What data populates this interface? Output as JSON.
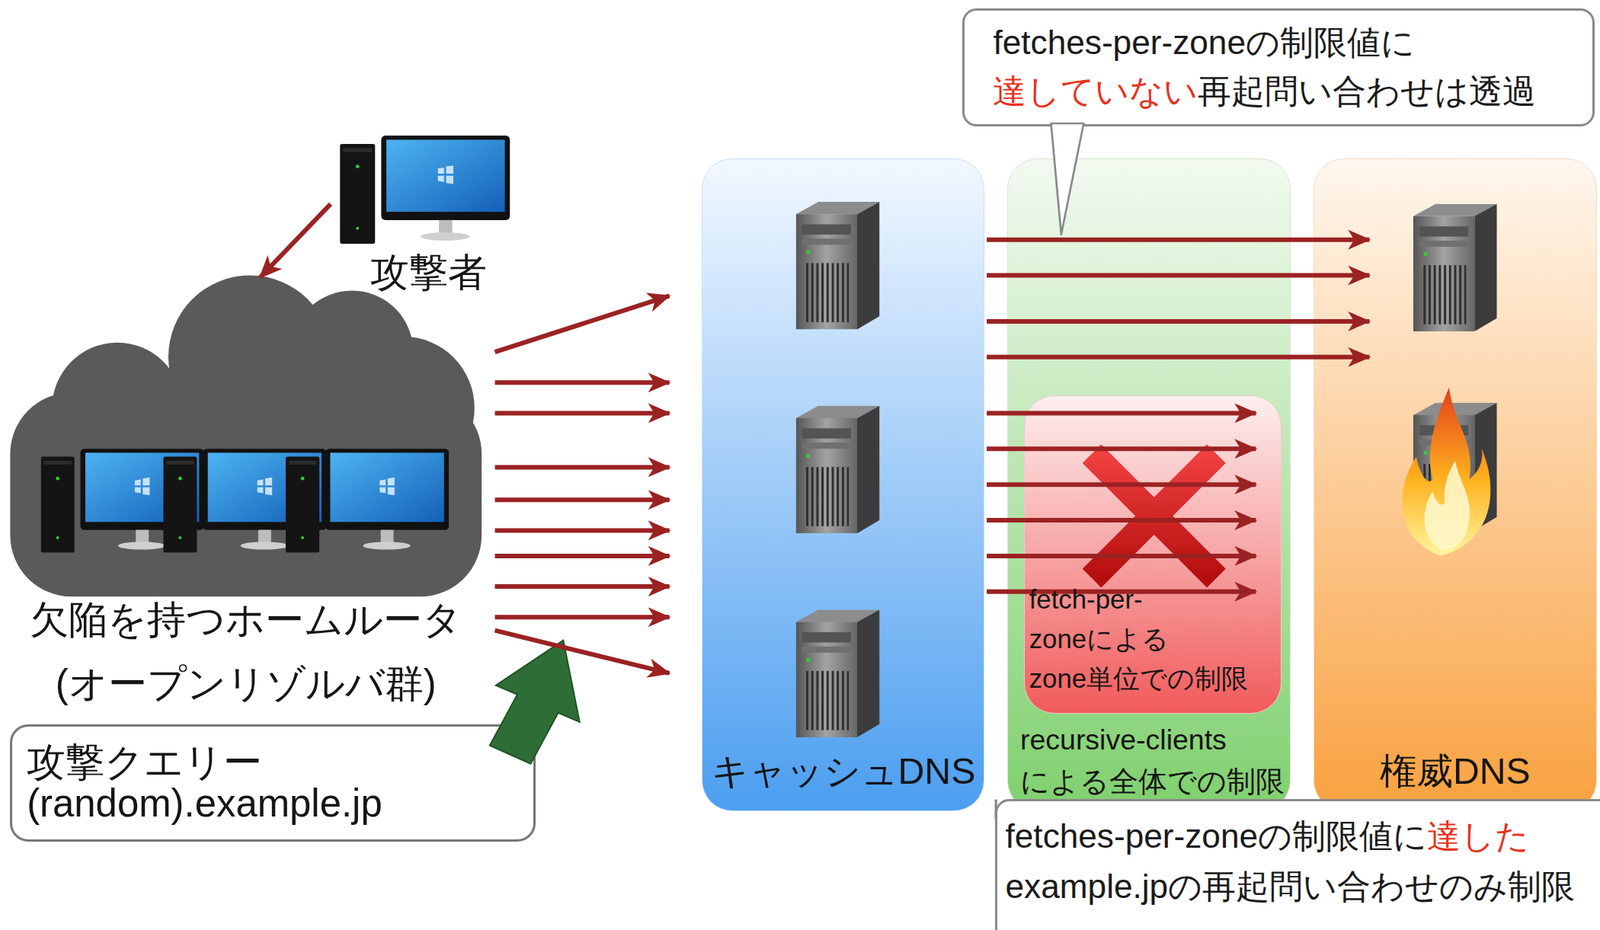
{
  "diagram": {
    "nodes": [
      {
        "text": [
          "攻撃者"
        ]
      },
      {
        "text": [
          "欠陥を持つホームルータ (オープンリゾルバ群)"
        ]
      },
      {
        "text": [
          "攻撃クエリー (random).example.jp"
        ]
      },
      {
        "text": [
          "キャッシュDNS"
        ]
      },
      {
        "text": [
          "recursive-clients による全体での制限"
        ]
      },
      {
        "text": [
          "fetch-per-zoneによる zone単位での制限"
        ],
        "in": 4
      },
      {
        "text": [
          "権威DNS"
        ]
      },
      {
        "text": [
          "fetches-per-zoneの制限値に",
          "達していない",
          "再起問い合わせは透過"
        ]
      },
      {
        "text": [
          "fetches-per-zoneの制限値に",
          "達した",
          "example.jpの再起問い合わせのみ制限"
        ]
      }
    ],
    "edges": [
      {
        "from": 0,
        "to": 1,
        "arrow": "to"
      },
      {
        "from": 1,
        "to": 3,
        "arrow": "to"
      },
      {
        "from": 1,
        "to": 3,
        "arrow": "to"
      },
      {
        "from": 1,
        "to": 3,
        "arrow": "to"
      },
      {
        "from": 1,
        "to": 3,
        "arrow": "to"
      },
      {
        "from": 1,
        "to": 3,
        "arrow": "to"
      },
      {
        "from": 1,
        "to": 3,
        "arrow": "to"
      },
      {
        "from": 1,
        "to": 3,
        "arrow": "to"
      },
      {
        "from": 1,
        "to": 3,
        "arrow": "to"
      },
      {
        "from": 1,
        "to": 3,
        "arrow": "to"
      },
      {
        "from": 1,
        "to": 3,
        "arrow": "to"
      },
      {
        "from": 3,
        "to": 6,
        "arrow": "to"
      },
      {
        "from": 3,
        "to": 6,
        "arrow": "to"
      },
      {
        "from": 3,
        "to": 6,
        "arrow": "to"
      },
      {
        "from": 3,
        "to": 6,
        "arrow": "to"
      },
      {
        "from": 3,
        "to": 5,
        "arrow": "to"
      },
      {
        "from": 3,
        "to": 5,
        "arrow": "to"
      },
      {
        "from": 3,
        "to": 5,
        "arrow": "to"
      },
      {
        "from": 3,
        "to": 5,
        "arrow": "to"
      },
      {
        "from": 3,
        "to": 5,
        "arrow": "to"
      },
      {
        "from": 3,
        "to": 5,
        "arrow": "to"
      }
    ]
  }
}
